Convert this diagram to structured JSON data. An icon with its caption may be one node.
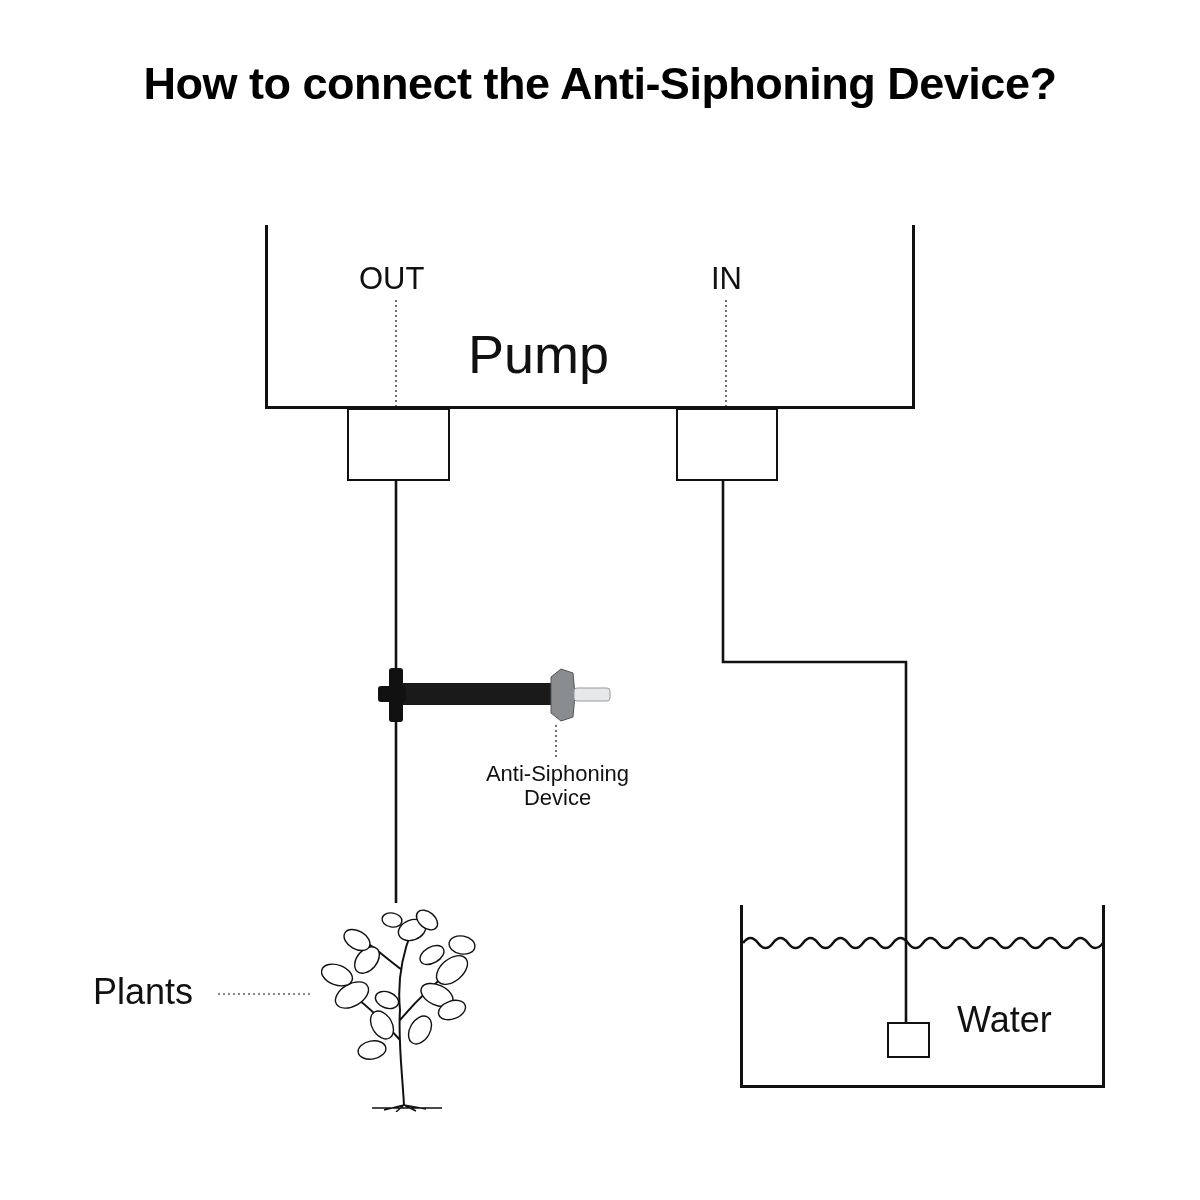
{
  "diagram": {
    "title": "How to connect the Anti-Siphoning Device?",
    "nodes": [
      {
        "text": [
          "Pump"
        ]
      },
      {
        "text": [
          "OUT"
        ],
        "in": 0
      },
      {
        "text": [
          "IN"
        ],
        "in": 0
      },
      {
        "text": [],
        "shape": "box"
      },
      {
        "text": [],
        "shape": "box"
      },
      {
        "text": [],
        "shape": "picture"
      },
      {
        "text": [
          "Anti-Siphoning Device"
        ]
      },
      {
        "text": [
          "Plants"
        ]
      },
      {
        "text": [],
        "shape": "picture"
      },
      {
        "text": [
          "Water"
        ]
      },
      {
        "text": [],
        "shape": "box",
        "in": 9
      }
    ],
    "edges": [
      {
        "from": 1,
        "to": 3,
        "arrow": "none",
        "style": "dashed"
      },
      {
        "from": 2,
        "to": 4,
        "arrow": "none",
        "style": "dashed"
      },
      {
        "from": 3,
        "to": 5,
        "arrow": "none"
      },
      {
        "from": 5,
        "to": 8,
        "arrow": "none"
      },
      {
        "from": 4,
        "to": 10,
        "arrow": "none"
      },
      {
        "from": 6,
        "to": 5,
        "arrow": "none",
        "style": "dashed"
      },
      {
        "from": 7,
        "to": 8,
        "arrow": "none",
        "style": "dashed"
      }
    ]
  }
}
